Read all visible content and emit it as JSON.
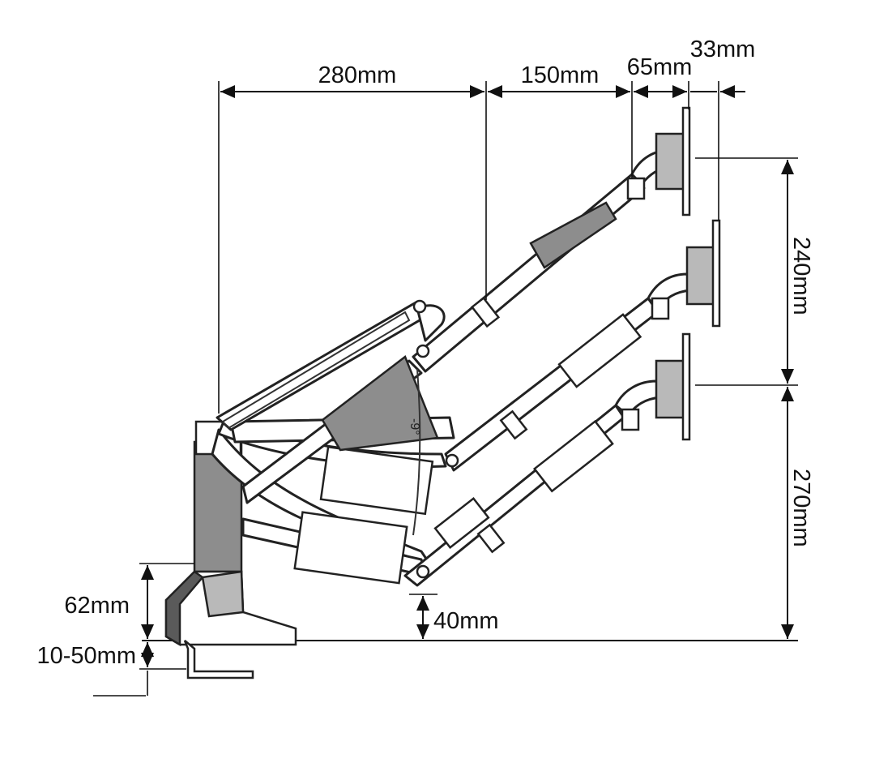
{
  "diagram": {
    "dimensions": {
      "arm_reach_1": "280mm",
      "arm_reach_2": "150mm",
      "head_depth": "65mm",
      "plate_depth": "33mm",
      "height_upper": "240mm",
      "height_lower": "270mm",
      "base_height": "62mm",
      "clamp_range": "10-50mm",
      "lowest_clearance": "40mm"
    },
    "tilt_marker": "-9°"
  }
}
